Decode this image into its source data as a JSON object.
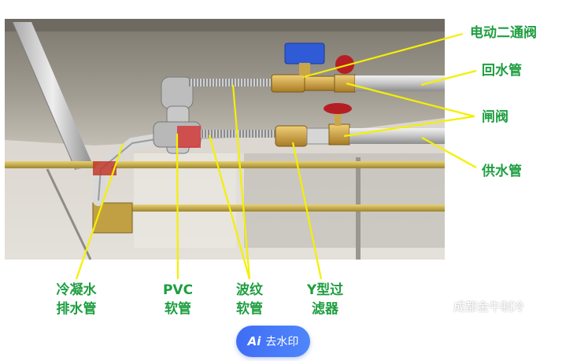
{
  "labels": {
    "electric_two_way_valve": "电动二通阀",
    "return_pipe": "回水管",
    "gate_valve": "闸阀",
    "supply_pipe": "供水管",
    "condensate_line1": "冷凝水",
    "condensate_line2": "排水管",
    "pvc_line1": "PVC",
    "pvc_line2": "软管",
    "bellows_line1": "波纹",
    "bellows_line2": "软管",
    "yfilter_line1": "Y型过",
    "yfilter_line2": "滤器"
  },
  "watermark": {
    "text": "成都金牛制冷",
    "icon": "wechat-official-account-icon"
  },
  "ai_button": {
    "mark": "Ai",
    "label": "去水印"
  },
  "colors": {
    "label": "#1e9e40",
    "pointer": "#f4f000",
    "button": "#4a7cf7"
  }
}
